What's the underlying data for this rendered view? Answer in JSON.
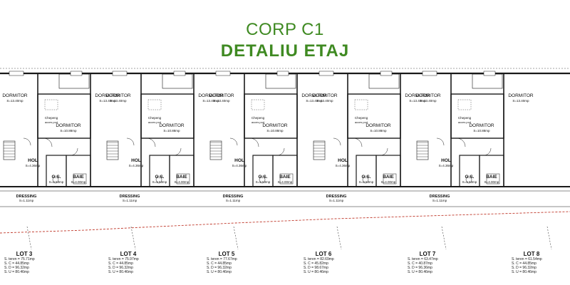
{
  "header": {
    "line1": "CORP C1",
    "line2": "DETALIU ETAJ"
  },
  "colors": {
    "title": "#3f8a22",
    "lines": "#1a1a1a",
    "boundary": "#c0392b"
  },
  "units": [
    {
      "rooms": {
        "dormitor_left": "DORMITOR",
        "dormitor_left_area": "S=13.40mp",
        "dormitor_right": "DORMITOR",
        "dormitor_right_area": "S=13.40mp",
        "dormitor_mid": "DORMITOR",
        "dormitor_mid_area": "S=10.88mp",
        "chepeng": "Chepeng",
        "chepeng_sub": "acces pod",
        "hol": "HOL",
        "hol_area": "S=4.36mp",
        "gs": "G.S.",
        "gs_area": "S=3.53mp",
        "baie": "BAIE",
        "baie_area": "S=4.00mp",
        "dressing": "DRESSING",
        "dressing_area": "S=1.11mp"
      }
    },
    {
      "rooms": {
        "dormitor_left": "DORMITOR",
        "dormitor_left_area": "S=13.40mp",
        "dormitor_right": "DORMITOR",
        "dormitor_right_area": "S=13.40mp",
        "dormitor_mid": "DORMITOR",
        "dormitor_mid_area": "S=10.88mp",
        "chepeng": "Chepeng",
        "chepeng_sub": "acces pod",
        "hol": "HOL",
        "hol_area": "S=4.36mp",
        "gs": "G.S.",
        "gs_area": "S=3.53mp",
        "baie": "BAIE",
        "baie_area": "S=4.00mp",
        "dressing": "DRESSING",
        "dressing_area": "S=1.11mp"
      }
    },
    {
      "rooms": {
        "dormitor_left": "DORMITOR",
        "dormitor_left_area": "S=13.40mp",
        "dormitor_right": "DORMITOR",
        "dormitor_right_area": "S=13.40mp",
        "dormitor_mid": "DORMITOR",
        "dormitor_mid_area": "S=10.88mp",
        "chepeng": "Chepeng",
        "chepeng_sub": "acces pod",
        "hol": "HOL",
        "hol_area": "S=4.36mp",
        "gs": "G.S.",
        "gs_area": "S=3.53mp",
        "baie": "BAIE",
        "baie_area": "S=4.00mp",
        "dressing": "DRESSING",
        "dressing_area": "S=1.11mp"
      }
    },
    {
      "rooms": {
        "dormitor_left": "DORMITOR",
        "dormitor_left_area": "S=13.40mp",
        "dormitor_right": "DORMITOR",
        "dormitor_right_area": "S=13.40mp",
        "dormitor_mid": "DORMITOR",
        "dormitor_mid_area": "S=10.88mp",
        "chepeng": "Chepeng",
        "chepeng_sub": "acces pod",
        "hol": "HOL",
        "hol_area": "S=4.36mp",
        "gs": "G.S.",
        "gs_area": "S=3.53mp",
        "baie": "BAIE",
        "baie_area": "S=4.00mp",
        "dressing": "DRESSING",
        "dressing_area": "S=1.11mp"
      }
    },
    {
      "rooms": {
        "dormitor_left": "DORMITOR",
        "dormitor_left_area": "S=13.40mp",
        "dormitor_right": "DORMITOR",
        "dormitor_right_area": "S=13.40mp",
        "dormitor_mid": "DORMITOR",
        "dormitor_mid_area": "S=10.88mp",
        "chepeng": "Chepeng",
        "chepeng_sub": "acces pod",
        "hol": "HOL",
        "hol_area": "S=4.36mp",
        "gs": "G.S.",
        "gs_area": "S=3.53mp",
        "baie": "BAIE",
        "baie_area": "S=4.00mp",
        "dressing": "DRESSING",
        "dressing_area": "S=1.11mp"
      }
    }
  ],
  "lots": [
    {
      "name": "LOT 3",
      "teren": "S. teren = 75.71mp",
      "c": "S. C = 44.85mp",
      "d": "S. D = 96.32mp",
      "u": "S. U = 80.46mp"
    },
    {
      "name": "LOT 4",
      "teren": "S. teren = 75.97mp",
      "c": "S. C = 44.85mp",
      "d": "S. D = 96.32mp",
      "u": "S. U = 80.46mp"
    },
    {
      "name": "LOT 5",
      "teren": "S. teren = 77.67mp",
      "c": "S. C = 44.85mp",
      "d": "S. D = 96.32mp",
      "u": "S. U = 80.46mp"
    },
    {
      "name": "LOT 6",
      "teren": "S. teren = 82.69mp",
      "c": "S. C = 45.82mp",
      "d": "S. D = 98.67mp",
      "u": "S. U = 80.46mp"
    },
    {
      "name": "LOT 7",
      "teren": "S. teren = 63.47mp",
      "c": "S. C = 40.87mp",
      "d": "S. D = 96.36mp",
      "u": "S. U = 80.46mp"
    },
    {
      "name": "LOT 8",
      "teren": "S. teren = 61.54mp",
      "c": "S. C = 44.85mp",
      "d": "S. D = 96.32mp",
      "u": "S. U = 80.46mp"
    }
  ]
}
